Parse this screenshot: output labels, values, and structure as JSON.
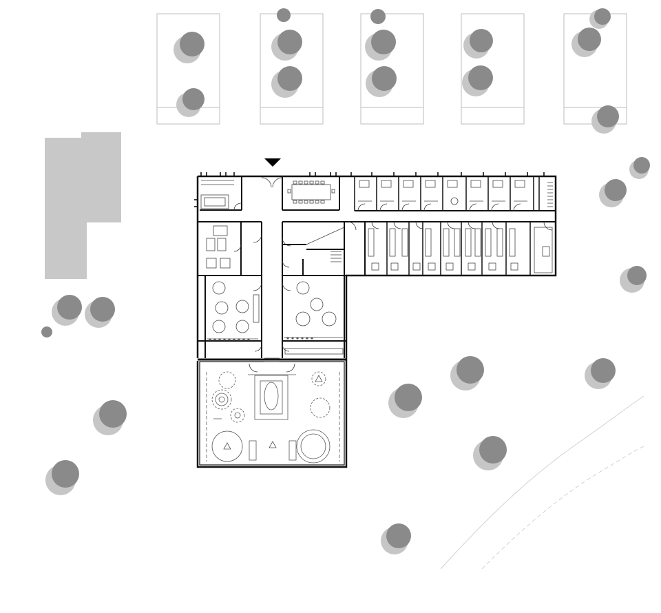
{
  "drawing": {
    "type": "site plan / ground floor plan",
    "labels": [],
    "entrance_marker": "entrance-arrow",
    "colors": {
      "background": "#ffffff",
      "wall": "#111111",
      "thin_line": "#555555",
      "neighbor_building": "#c8c8c8",
      "tree_canopy": "#8a8a8a",
      "tree_shadow": "#c6c6c6",
      "parking_lines": "#bdbdbd",
      "path_line": "#d2d2d2"
    },
    "tree_count": 27,
    "parking_bay_count": 5
  }
}
